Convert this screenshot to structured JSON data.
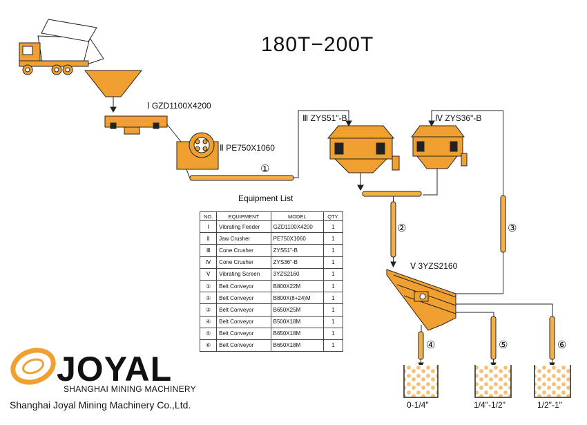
{
  "title": "180T−200T",
  "equipment_list": {
    "heading": "Equipment List",
    "columns": [
      "NO.",
      "EQUIPMENT",
      "MODEL",
      "QTY."
    ],
    "rows": [
      [
        "Ⅰ",
        "Vibrating Feeder",
        "GZD1100X4200",
        "1"
      ],
      [
        "Ⅱ",
        "Jaw Crusher",
        "PE750X1060",
        "1"
      ],
      [
        "Ⅲ",
        "Cone Crusher",
        "ZYS51\"-B",
        "1"
      ],
      [
        "Ⅳ",
        "Cone Crusher",
        "ZYS36\"-B",
        "1"
      ],
      [
        "Ⅴ",
        "Vibrating Screen",
        "3YZS2160",
        "1"
      ],
      [
        "①",
        "Belt Conveyor",
        "B800X22M",
        "1"
      ],
      [
        "②",
        "Belt Conveyor",
        "B800X(8+24)M",
        "1"
      ],
      [
        "③",
        "Belt Conveyor",
        "B650X25M",
        "1"
      ],
      [
        "④",
        "Belt Conveyor",
        "B500X18M",
        "1"
      ],
      [
        "⑤",
        "Belt Conveyor",
        "B650X18M",
        "1"
      ],
      [
        "⑥",
        "Belt Conveyor",
        "B650X18M",
        "1"
      ]
    ]
  },
  "labels": {
    "feeder": "Ⅰ  GZD1100X4200",
    "jaw": "Ⅱ  PE750X1060",
    "cone1": "Ⅲ  ZYS51\"-B",
    "cone2": "Ⅳ  ZYS36\"-B",
    "screen": "Ⅴ  3YZS2160"
  },
  "conveyors": {
    "c1": "①",
    "c2": "②",
    "c3": "③",
    "c4": "④",
    "c5": "⑤",
    "c6": "⑥"
  },
  "products": {
    "p1": "0-1/4\"",
    "p2": "1/4\"-1/2\"",
    "p3": "1/2\"-1\""
  },
  "brand": {
    "name": "JOYAL",
    "subtitle": "SHANGHAI MINING MACHINERY",
    "company": "Shanghai Joyal Mining Machinery Co.,Ltd."
  },
  "colors": {
    "machine": "#f0a030",
    "belt": "#f3b04a",
    "outline": "#222222",
    "product_fill": "#f3b45a"
  }
}
